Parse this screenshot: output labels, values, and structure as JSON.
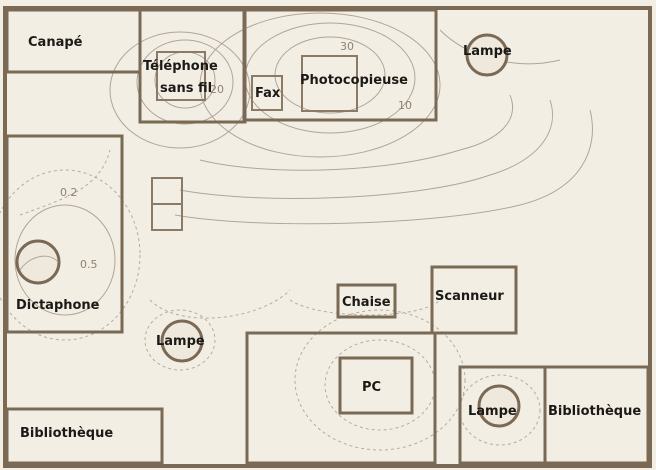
{
  "labels": {
    "canape": "Canapé",
    "telephone_line1": "Téléphone",
    "telephone_line2": "sans fil",
    "fax": "Fax",
    "photocopieuse": "Photocopieuse",
    "lampe_top": "Lampe",
    "dictaphone": "Dictaphone",
    "chaise": "Chaise",
    "scanneur": "Scanneur",
    "lampe_mid": "Lampe",
    "pc": "PC",
    "lampe_bottom": "Lampe",
    "bibliotheque_left": "Bibliothèque",
    "bibliotheque_right": "Bibliothèque"
  },
  "contour_values": {
    "v30": "30",
    "v20": "20",
    "v10": "10",
    "v02": "0.2",
    "v05": "0.5"
  },
  "colors": {
    "wall": "#7a6a55",
    "background": "#f3eee4",
    "contour": "#b0a596"
  }
}
